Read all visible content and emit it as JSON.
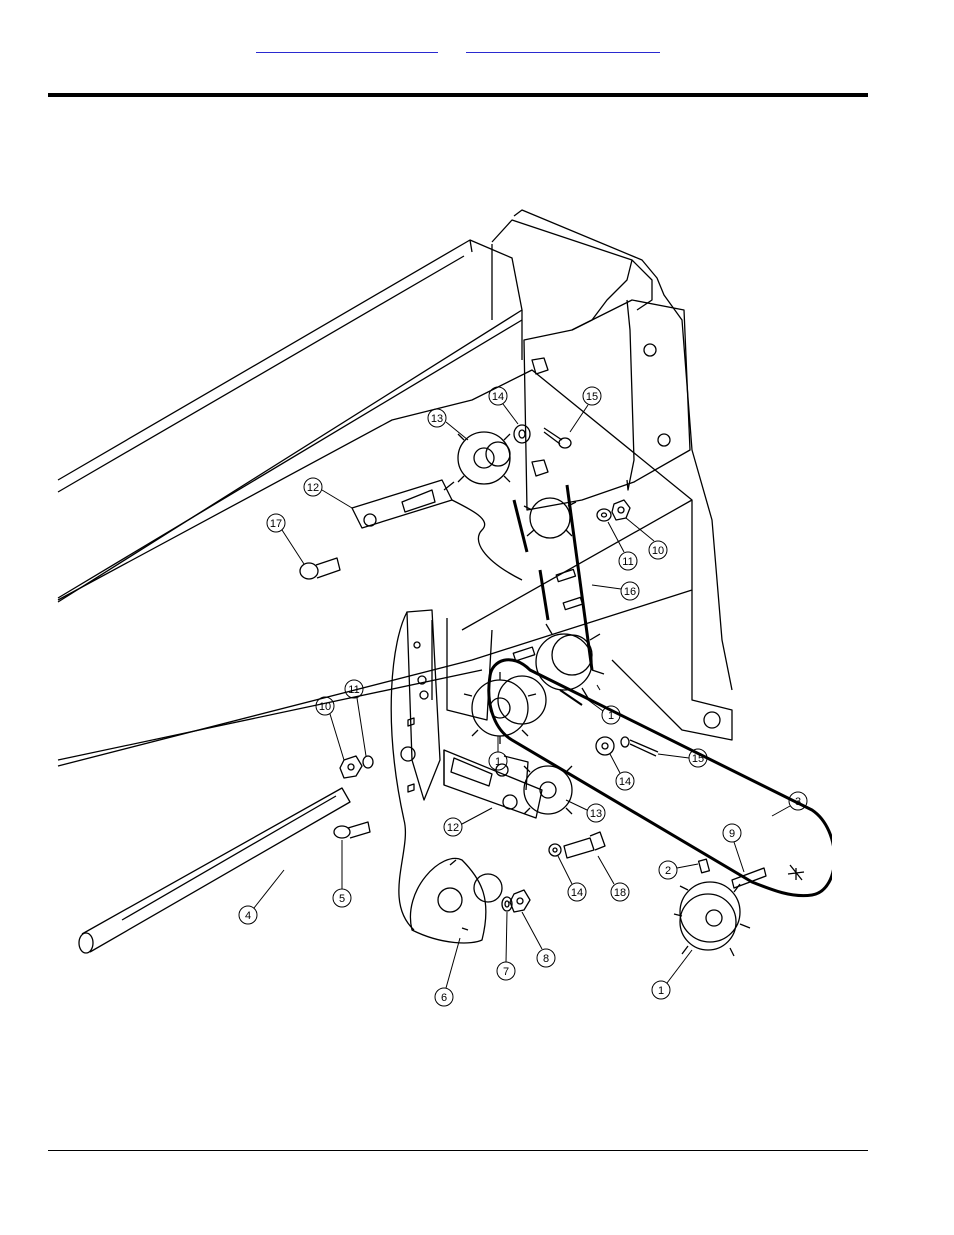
{
  "header": {
    "links": [
      "",
      ""
    ]
  },
  "diagram": {
    "callouts": [
      {
        "label": "13"
      },
      {
        "label": "14"
      },
      {
        "label": "15"
      },
      {
        "label": "12"
      },
      {
        "label": "17"
      },
      {
        "label": "11"
      },
      {
        "label": "10"
      },
      {
        "label": "16"
      },
      {
        "label": "10"
      },
      {
        "label": "11"
      },
      {
        "label": "1"
      },
      {
        "label": "1"
      },
      {
        "label": "14"
      },
      {
        "label": "15"
      },
      {
        "label": "3"
      },
      {
        "label": "12"
      },
      {
        "label": "13"
      },
      {
        "label": "5"
      },
      {
        "label": "14"
      },
      {
        "label": "18"
      },
      {
        "label": "2"
      },
      {
        "label": "9"
      },
      {
        "label": "4"
      },
      {
        "label": "7"
      },
      {
        "label": "8"
      },
      {
        "label": "6"
      },
      {
        "label": "1"
      }
    ]
  }
}
